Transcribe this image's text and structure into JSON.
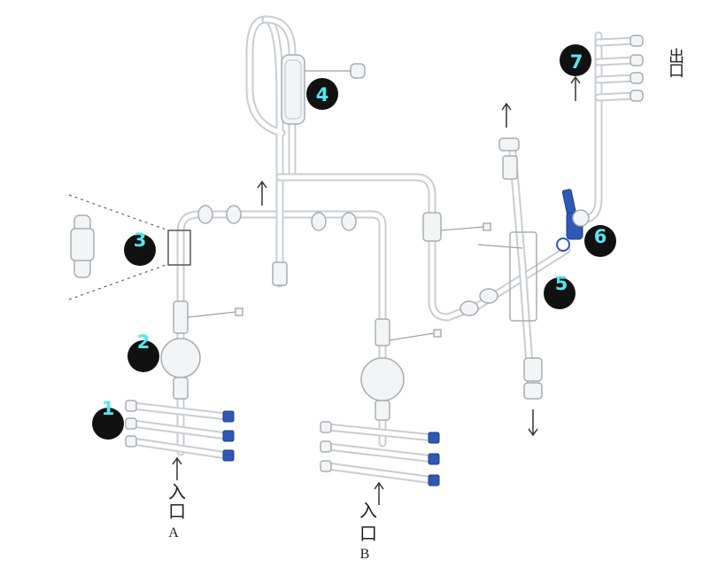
{
  "badges": [
    {
      "num": "1"
    },
    {
      "num": "2"
    },
    {
      "num": "3"
    },
    {
      "num": "4"
    },
    {
      "num": "5"
    },
    {
      "num": "6"
    },
    {
      "num": "7"
    }
  ],
  "labels": {
    "inlet_a": {
      "char1": "入",
      "char2": "口",
      "letter": "A"
    },
    "inlet_b": {
      "char1": "入",
      "char2": "口",
      "letter": "B"
    },
    "outlet": {
      "char1": "出",
      "char2": "口"
    }
  },
  "colors": {
    "badge_fill": "#111111",
    "badge_text": "#56e6f0",
    "cap_blue": "#2f58b5"
  }
}
